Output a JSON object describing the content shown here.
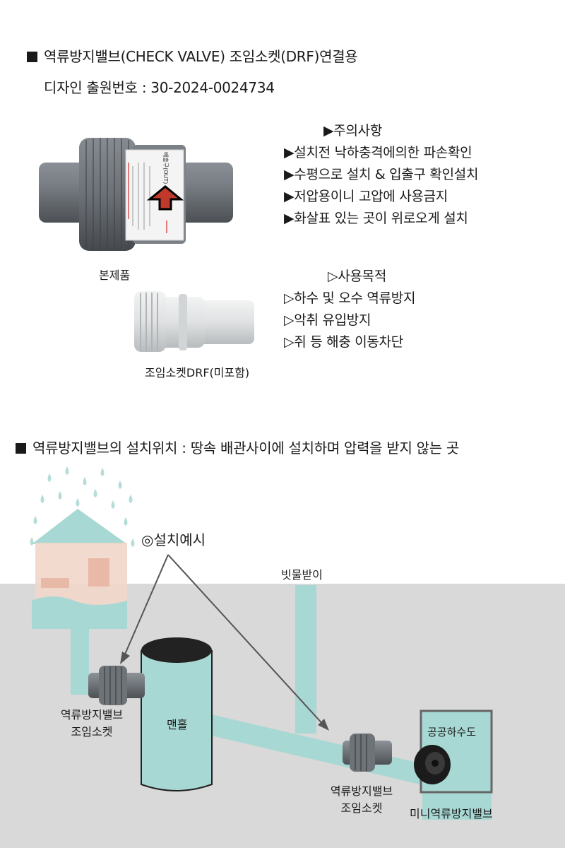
{
  "header": {
    "title": "역류방지밸브(CHECK VALVE) 조임소켓(DRF)연결용",
    "design_no": "디자인 출원번호 : 30-2024-0024734"
  },
  "cautions": {
    "heading": "▶주의사항",
    "items": [
      "▶설치전 낙하충격에의한 파손확인",
      "▶수평으로 설치 & 입출구 확인설치",
      "▶저압용이니 고압에 사용금지",
      "▶화살표 있는 곳이 위로오게 설치"
    ]
  },
  "purpose": {
    "heading": "▷사용목적",
    "items": [
      "▷하수 및 오수 역류방지",
      "▷악취 유입방지",
      "▷쥐 등 해충 이동차단"
    ]
  },
  "products": {
    "main_caption": "본제품",
    "socket_caption": "조임소켓DRF(미포함)",
    "valve_label": "배출구(OUT)"
  },
  "section2": {
    "title": "역류방지밸브의 설치위치 : 땅속 배관사이에 설치하며 압력을 받지 않는 곳"
  },
  "diagram": {
    "example": "◎설치예시",
    "downspout": "빗물받이",
    "manhole": "맨홀",
    "valve_left": [
      "역류방지밸브",
      "조임소켓"
    ],
    "valve_right": [
      "역류방지밸브",
      "조임소켓"
    ],
    "public_sewer": "공공하수도",
    "mini_valve": "미니역류방지밸브"
  },
  "colors": {
    "water": "#a8d8d3",
    "ground": "#d9d9d9",
    "valve_gray": "#6e7378",
    "accent_red": "#c0392b"
  }
}
